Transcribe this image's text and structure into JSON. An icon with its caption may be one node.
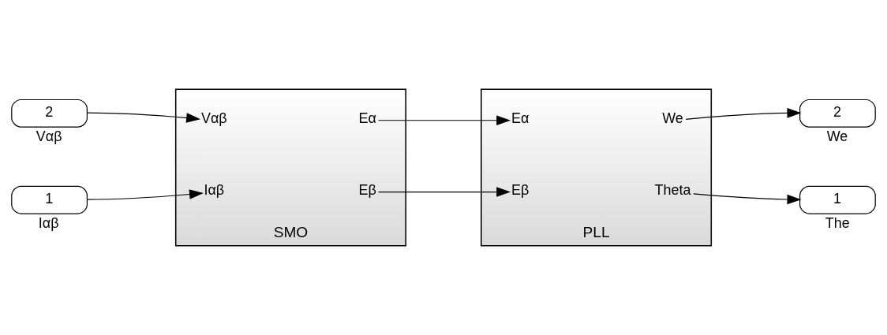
{
  "diagram": {
    "nodes": [
      {
        "text": [
          "2"
        ],
        "beside": [
          "Vαβ"
        ]
      },
      {
        "text": [
          "1"
        ],
        "beside": [
          "Iαβ"
        ]
      },
      {
        "text": [
          "SMO"
        ]
      },
      {
        "text": [
          "Vαβ"
        ],
        "in": 2
      },
      {
        "text": [
          "Eα"
        ],
        "in": 2
      },
      {
        "text": [
          "Iαβ"
        ],
        "in": 2
      },
      {
        "text": [
          "Eβ"
        ],
        "in": 2
      },
      {
        "text": [
          "PLL"
        ]
      },
      {
        "text": [
          "Eα"
        ],
        "in": 7
      },
      {
        "text": [
          "We"
        ],
        "in": 7
      },
      {
        "text": [
          "Eβ"
        ],
        "in": 7
      },
      {
        "text": [
          "Theta"
        ],
        "in": 7
      },
      {
        "text": [
          "2"
        ],
        "beside": [
          "We"
        ]
      },
      {
        "text": [
          "1"
        ],
        "beside": [
          "The"
        ]
      }
    ],
    "edges": [
      {
        "from": 0,
        "to": 3,
        "arrow": "to"
      },
      {
        "from": 1,
        "to": 5,
        "arrow": "to"
      },
      {
        "from": 4,
        "to": 8,
        "arrow": "to"
      },
      {
        "from": 6,
        "to": 10,
        "arrow": "to"
      },
      {
        "from": 9,
        "to": 12,
        "arrow": "to"
      },
      {
        "from": 11,
        "to": 13,
        "arrow": "to"
      }
    ]
  }
}
